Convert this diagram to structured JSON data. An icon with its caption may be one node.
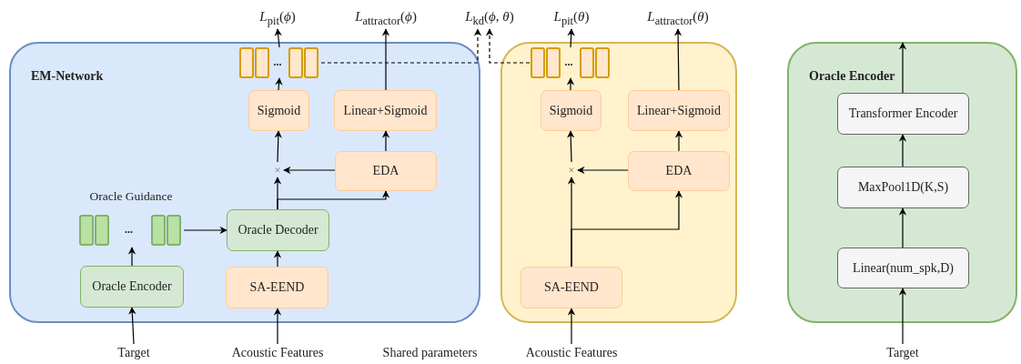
{
  "diagram": {
    "nodes": [
      {
        "text": [
          "EM-Network"
        ]
      },
      {
        "text": [
          "Oracle Guidance",
          "..."
        ],
        "in": 0
      },
      {
        "text": [
          "Oracle Encoder"
        ],
        "in": 0
      },
      {
        "text": [
          "SA-EEND"
        ],
        "in": 0
      },
      {
        "text": [
          "Oracle Decoder"
        ],
        "in": 0
      },
      {
        "text": [
          "×"
        ],
        "in": 0
      },
      {
        "text": [
          "EDA"
        ],
        "in": 0
      },
      {
        "text": [
          "Sigmoid"
        ],
        "in": 0
      },
      {
        "text": [
          "Linear+Sigmoid"
        ],
        "in": 0
      },
      {
        "text": [
          "..."
        ],
        "in": 0
      },
      {
        "text": [
          "Target"
        ]
      },
      {
        "text": [
          "Acoustic Features"
        ]
      },
      {
        "text": [
          "*L*$_{pit}$(*ϕ*)"
        ]
      },
      {
        "text": [
          "*L*$_{attractor}$(*ϕ*)"
        ]
      },
      {
        "text": [
          "*L*$_{kd}$(*ϕ*, *θ*)"
        ]
      },
      {
        "text": [],
        "shape": "box"
      },
      {
        "text": [
          "SA-EEND"
        ],
        "in": 15
      },
      {
        "text": [
          "×"
        ],
        "in": 15
      },
      {
        "text": [
          "EDA"
        ],
        "in": 15
      },
      {
        "text": [
          "Sigmoid"
        ],
        "in": 15
      },
      {
        "text": [
          "Linear+Sigmoid"
        ],
        "in": 15
      },
      {
        "text": [
          "..."
        ],
        "in": 15
      },
      {
        "text": [
          "Acoustic Features"
        ]
      },
      {
        "text": [
          "*L*$_{pit}$(*θ*)"
        ]
      },
      {
        "text": [
          "*L*$_{attractor}$(*θ*)"
        ]
      },
      {
        "text": [
          "Oracle Encoder"
        ]
      },
      {
        "text": [
          "Transformer Encoder"
        ],
        "in": 25
      },
      {
        "text": [
          "MaxPool1D(K,S)"
        ],
        "in": 25
      },
      {
        "text": [
          "Linear(num_spk,D)"
        ],
        "in": 25
      },
      {
        "text": [
          "Target"
        ]
      }
    ],
    "edges": [
      {
        "from": 10,
        "to": 2,
        "arrow": "to"
      },
      {
        "from": 2,
        "to": 1,
        "arrow": "to"
      },
      {
        "from": 1,
        "to": 4,
        "arrow": "to"
      },
      {
        "from": 11,
        "to": 3,
        "arrow": "to"
      },
      {
        "from": 3,
        "to": 4,
        "arrow": "to"
      },
      {
        "from": 4,
        "to": 5,
        "arrow": "to"
      },
      {
        "from": 4,
        "to": 6,
        "arrow": "to"
      },
      {
        "from": 6,
        "to": 5,
        "arrow": "to"
      },
      {
        "from": 5,
        "to": 7,
        "arrow": "to"
      },
      {
        "from": 7,
        "to": 9,
        "arrow": "to"
      },
      {
        "from": 9,
        "to": 12,
        "arrow": "to"
      },
      {
        "from": 6,
        "to": 8,
        "arrow": "to"
      },
      {
        "from": 8,
        "to": 13,
        "arrow": "to"
      },
      {
        "from": 9,
        "to": 14,
        "arrow": "to",
        "style": "dashed"
      },
      {
        "from": 21,
        "to": 14,
        "arrow": "to",
        "style": "dashed"
      },
      {
        "from": 22,
        "to": 16,
        "arrow": "to"
      },
      {
        "from": 16,
        "to": 17,
        "arrow": "to"
      },
      {
        "from": 16,
        "to": 18,
        "arrow": "to"
      },
      {
        "from": 18,
        "to": 17,
        "arrow": "to"
      },
      {
        "from": 17,
        "to": 19,
        "arrow": "to"
      },
      {
        "from": 19,
        "to": 21,
        "arrow": "to"
      },
      {
        "from": 21,
        "to": 23,
        "arrow": "to"
      },
      {
        "from": 18,
        "to": 20,
        "arrow": "to"
      },
      {
        "from": 20,
        "to": 24,
        "arrow": "to"
      },
      {
        "from": 29,
        "to": 28,
        "arrow": "to"
      },
      {
        "from": 28,
        "to": 27,
        "arrow": "to"
      },
      {
        "from": 27,
        "to": 26,
        "arrow": "to"
      },
      {
        "from": 26,
        "to": null,
        "arrow": "to"
      }
    ],
    "labels": [
      "Shared parameters"
    ]
  }
}
